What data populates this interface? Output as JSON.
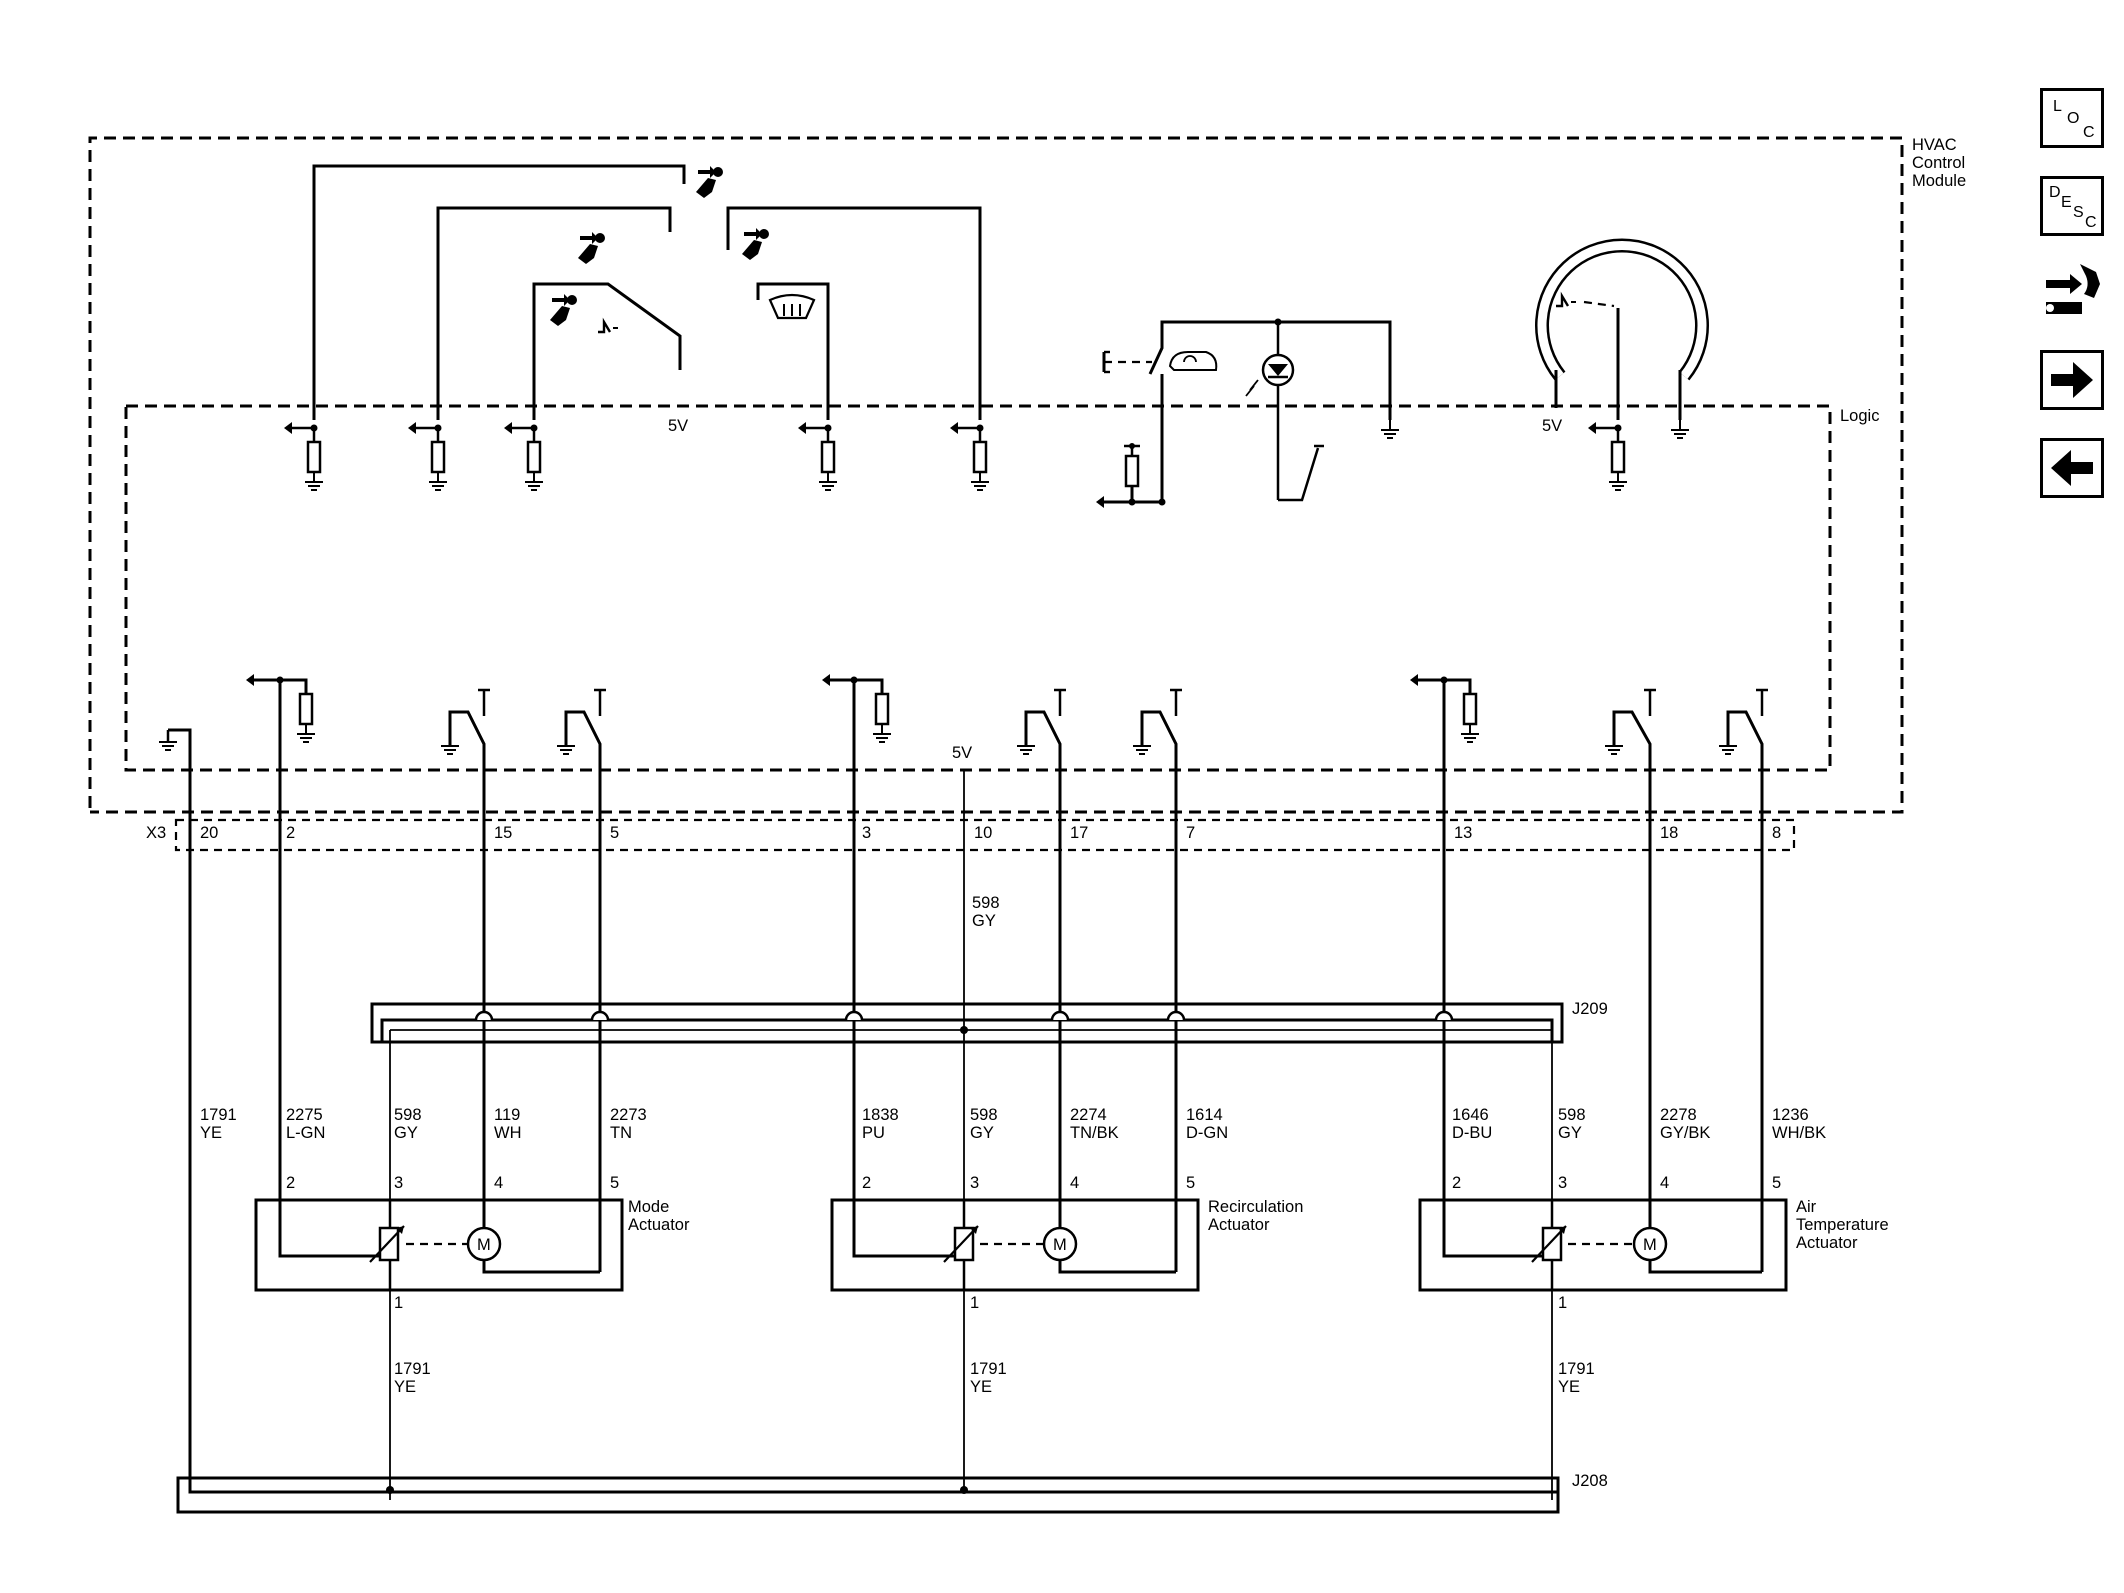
{
  "modules": {
    "hvac": [
      "HVAC",
      "Control",
      "Module"
    ],
    "logic": "Logic"
  },
  "voltages": {
    "top_5v_a": "5V",
    "top_5v_b": "5V",
    "mid_5v": "5V"
  },
  "connector": {
    "name": "X3",
    "pins": [
      "20",
      "2",
      "15",
      "5",
      "3",
      "10",
      "17",
      "7",
      "13",
      "18",
      "8"
    ]
  },
  "splices": {
    "j209": "J209",
    "j208": "J208"
  },
  "feed_wire": {
    "circuit": "598",
    "color": "GY"
  },
  "wires": [
    {
      "circuit": "1791",
      "color": "YE"
    },
    {
      "circuit": "2275",
      "color": "L-GN"
    },
    {
      "circuit": "598",
      "color": "GY"
    },
    {
      "circuit": "119",
      "color": "WH"
    },
    {
      "circuit": "2273",
      "color": "TN"
    },
    {
      "circuit": "1838",
      "color": "PU"
    },
    {
      "circuit": "598",
      "color": "GY"
    },
    {
      "circuit": "2274",
      "color": "TN/BK"
    },
    {
      "circuit": "1614",
      "color": "D-GN"
    },
    {
      "circuit": "1646",
      "color": "D-BU"
    },
    {
      "circuit": "598",
      "color": "GY"
    },
    {
      "circuit": "2278",
      "color": "GY/BK"
    },
    {
      "circuit": "1236",
      "color": "WH/BK"
    }
  ],
  "actuators": [
    {
      "name": [
        "Mode",
        "Actuator"
      ],
      "pins": [
        "2",
        "3",
        "4",
        "5",
        "1"
      ],
      "ground_wire": {
        "circuit": "1791",
        "color": "YE"
      }
    },
    {
      "name": [
        "Recirculation",
        "Actuator"
      ],
      "pins": [
        "2",
        "3",
        "4",
        "5",
        "1"
      ],
      "ground_wire": {
        "circuit": "1791",
        "color": "YE"
      }
    },
    {
      "name": [
        "Air",
        "Temperature",
        "Actuator"
      ],
      "pins": [
        "2",
        "3",
        "4",
        "5",
        "1"
      ],
      "ground_wire": {
        "circuit": "1791",
        "color": "YE"
      }
    }
  ],
  "motor_symbol": "M",
  "nav": {
    "loc": {
      "l1": "L",
      "l2": "O",
      "l3": "C"
    },
    "desc": {
      "l1": "D",
      "l2": "E",
      "l3": "S",
      "l4": "C"
    },
    "icons": [
      "component-view-icon",
      "forward-arrow-icon",
      "back-arrow-icon"
    ]
  }
}
